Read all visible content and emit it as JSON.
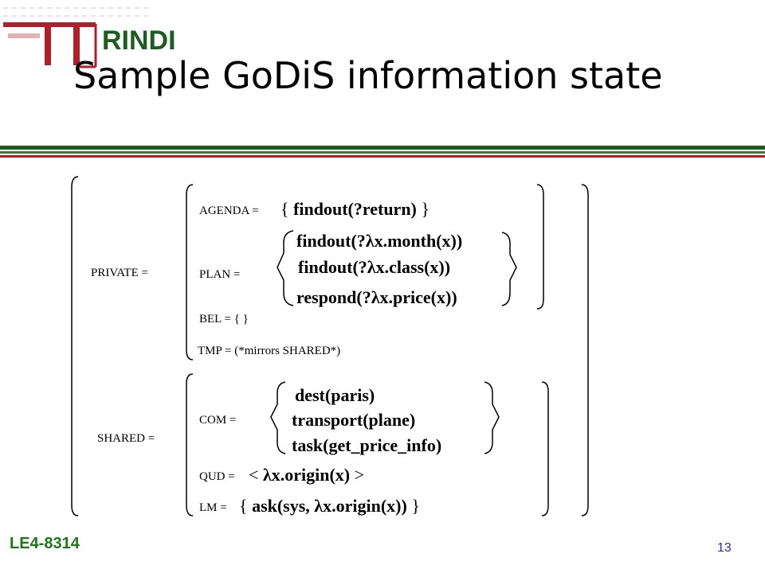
{
  "logo": {
    "text": "RINDI",
    "icon": "trindi-logo"
  },
  "title": "Sample GoDiS information state",
  "private": {
    "label": "PRIVATE =",
    "agenda_label": "AGENDA =",
    "agenda_value": "findout(?return)",
    "plan_label": "PLAN =",
    "plan_items": [
      "findout(?λx.month(x))",
      "findout(?λx.class(x))",
      "respond(?λx.price(x))"
    ],
    "bel_label": "BEL = { }",
    "tmp_label": "TMP = (*mirrors SHARED*)"
  },
  "shared": {
    "label": "SHARED =",
    "com_label": "COM =",
    "com_items": [
      "dest(paris)",
      "transport(plane)",
      "task(get_price_info)"
    ],
    "qud_label": "QUD =",
    "qud_value": "λx.origin(x)",
    "lm_label": "LM =",
    "lm_value": "ask(sys, λx.origin(x))"
  },
  "footer": {
    "course": "LE4-8314",
    "page": "13"
  },
  "colors": {
    "logo_red": "#b01e2a",
    "logo_green": "#1b5e20",
    "divider_green": "#1f5a1f",
    "divider_red": "#b01e2a",
    "course_green": "#1a7a1a",
    "page_blue": "#2a2ab0"
  }
}
